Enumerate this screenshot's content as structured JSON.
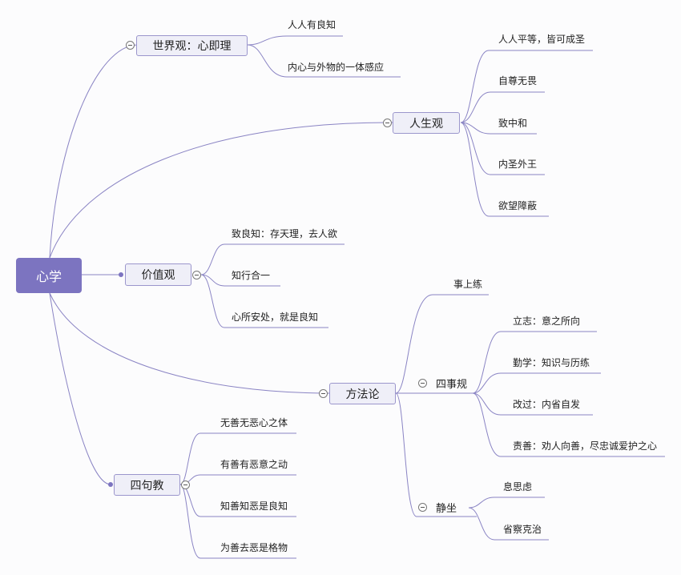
{
  "root": "心学",
  "worldview": {
    "label": "世界观：心即理",
    "items": [
      "人人有良知",
      "内心与外物的一体感应"
    ]
  },
  "lifeview": {
    "label": "人生观",
    "items": [
      "人人平等，皆可成圣",
      "自尊无畏",
      "致中和",
      "内圣外王",
      "欲望障蔽"
    ]
  },
  "values": {
    "label": "价值观",
    "items": [
      "致良知：存天理，去人欲",
      "知行合一",
      "心所安处，就是良知"
    ]
  },
  "method": {
    "label": "方法论",
    "practice": "事上练",
    "four": {
      "label": "四事规",
      "items": [
        "立志：意之所向",
        "勤学：知识与历练",
        "改过：内省自发",
        "责善：劝人向善，尽忠诚爱护之心"
      ]
    },
    "quiet": {
      "label": "静坐",
      "items": [
        "息思虑",
        "省察克治"
      ]
    }
  },
  "four_teachings": {
    "label": "四句教",
    "items": [
      "无善无恶心之体",
      "有善有恶意之动",
      "知善知恶是良知",
      "为善去恶是格物"
    ]
  }
}
